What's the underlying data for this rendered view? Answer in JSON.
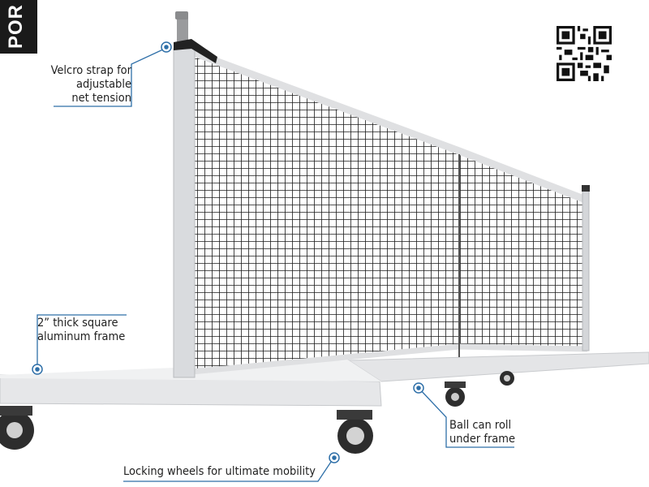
{
  "tab": {
    "label": "POR"
  },
  "callouts": {
    "velcro": {
      "lines": [
        "Velcro strap for",
        "adjustable",
        "net tension"
      ]
    },
    "frame": {
      "lines": [
        "2” thick square",
        "aluminum frame"
      ]
    },
    "ball": {
      "lines": [
        "Ball can roll",
        "under frame"
      ]
    },
    "wheels": {
      "lines": [
        "Locking wheels for ultimate mobility"
      ]
    }
  },
  "colors": {
    "accent": "#2e6fa8",
    "frame": "#e2e3e5",
    "post": "#d5d7da",
    "net": "#1b1b1b",
    "tab": "#1a1a1a"
  },
  "icons": [
    "qr-code-icon",
    "callout-marker-icon",
    "caster-wheel-icon"
  ]
}
